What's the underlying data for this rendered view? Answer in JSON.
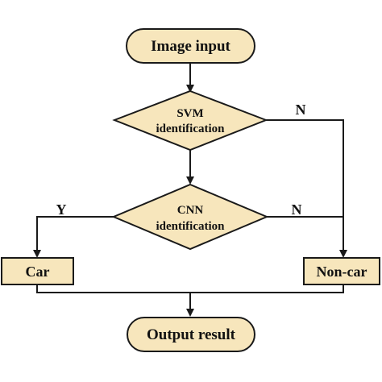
{
  "colors": {
    "node_fill": "#f7e6bc",
    "line": "#1a1a1a",
    "background": "#ffffff"
  },
  "nodes": {
    "start": "Image input",
    "svm_line1": "SVM",
    "svm_line2": "identification",
    "cnn_line1": "CNN",
    "cnn_line2": "identification",
    "car": "Car",
    "noncar": "Non-car",
    "end": "Output result"
  },
  "edge_labels": {
    "svm_no": "N",
    "cnn_no": "N",
    "cnn_yes": "Y"
  }
}
